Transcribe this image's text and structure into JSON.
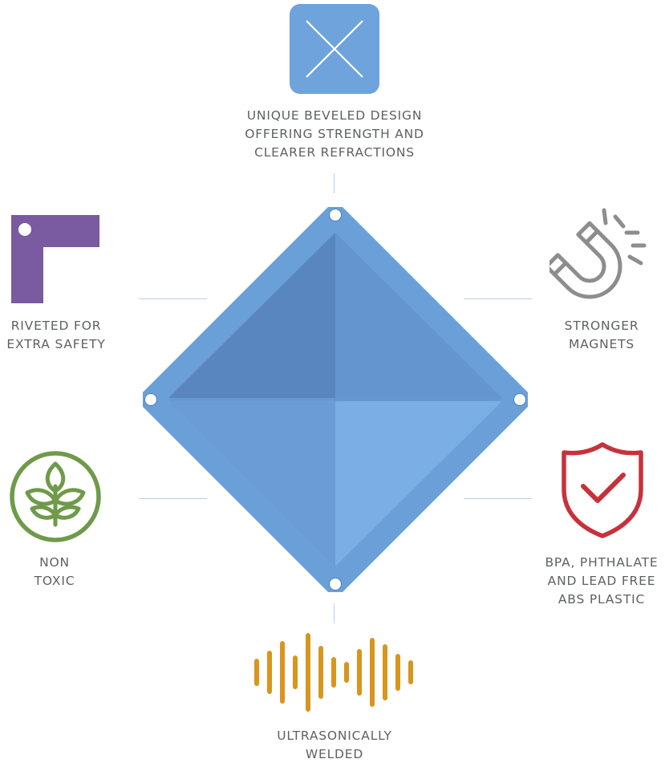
{
  "features": {
    "top": {
      "lines": [
        "UNIQUE BEVELED DESIGN",
        "OFFERING STRENGTH AND",
        "CLEARER REFRACTIONS"
      ]
    },
    "left_upper": {
      "lines": [
        "RIVETED FOR",
        "EXTRA SAFETY"
      ]
    },
    "right_upper": {
      "lines": [
        "STRONGER",
        "MAGNETS"
      ]
    },
    "left_lower": {
      "lines": [
        "NON",
        "TOXIC"
      ]
    },
    "right_lower": {
      "lines": [
        "BPA, PHTHALATE",
        "AND LEAD FREE",
        "ABS PLASTIC"
      ]
    },
    "bottom": {
      "lines": [
        "ULTRASONICALLY",
        "WELDED"
      ]
    }
  },
  "icons": {
    "top": "beveled-x-square-icon",
    "left_upper": "corner-rivet-icon",
    "right_upper": "magnet-icon",
    "left_lower": "leaf-plant-icon",
    "right_lower": "shield-check-icon",
    "bottom": "sound-wave-icon",
    "center": "diamond-tile-icon"
  },
  "colors": {
    "text": "#5f6062",
    "connector": "#b9cfe0",
    "tile_blue": "#6a9fd8",
    "purple": "#7a5aa0",
    "green": "#6f9a4a",
    "red": "#c7323a",
    "orange": "#d8961e",
    "gray": "#8d8d8d"
  }
}
